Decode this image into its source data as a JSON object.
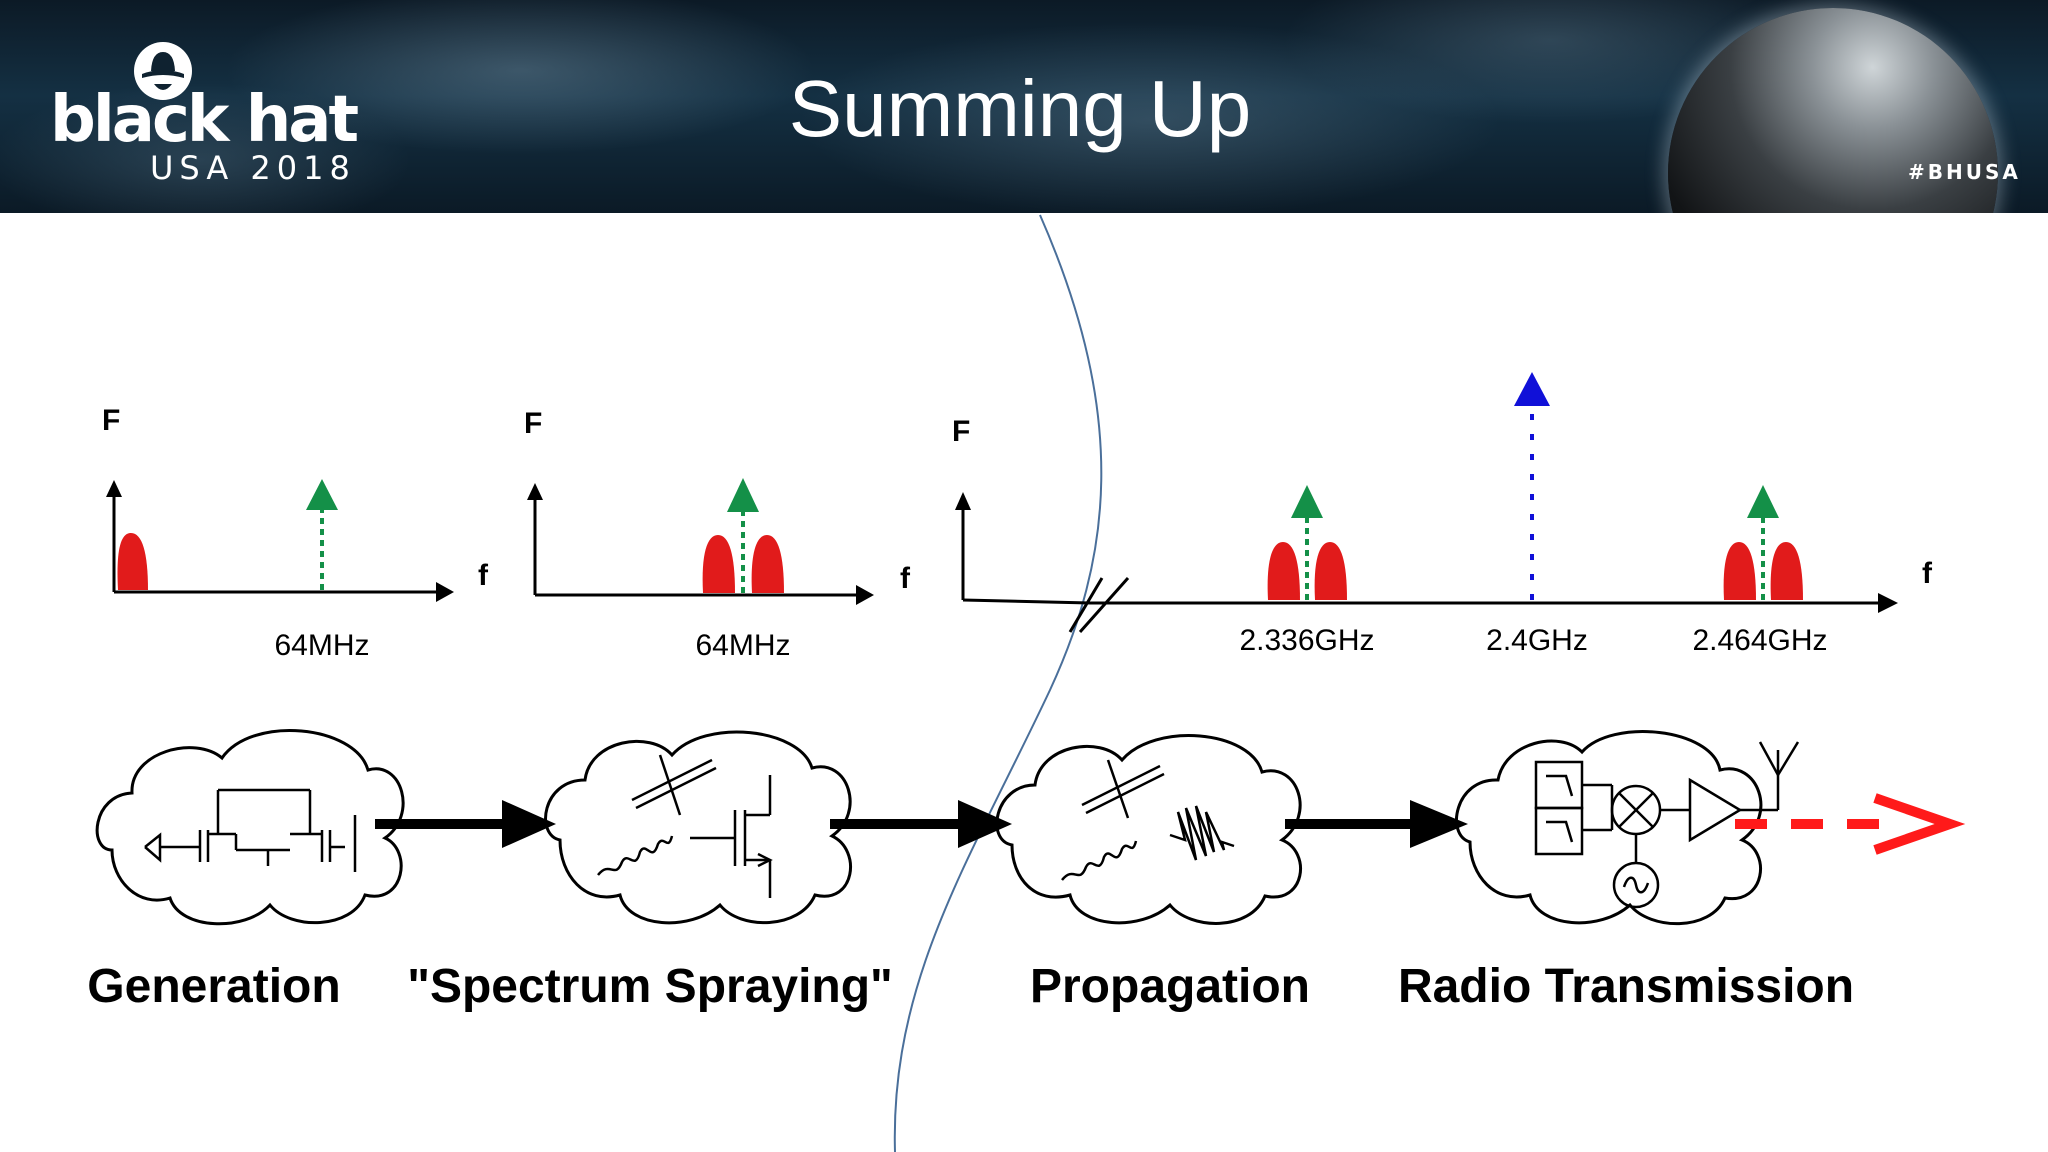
{
  "header": {
    "logo_brand": "black hat",
    "logo_year": "USA 2018",
    "title": "Summing Up",
    "hashtag": "#BHUSA"
  },
  "spectra": [
    {
      "amplitude_label": "F",
      "frequency_label": "f",
      "tick_label": "64MHz"
    },
    {
      "amplitude_label": "F",
      "frequency_label": "f",
      "tick_label": "64MHz"
    },
    {
      "amplitude_label": "F",
      "frequency_label": "f",
      "tick_labels": [
        "2.336GHz",
        "2.4GHz",
        "2.464GHz"
      ]
    }
  ],
  "stages": [
    {
      "label": "Generation"
    },
    {
      "label": "\"Spectrum Spraying\""
    },
    {
      "label": "Propagation"
    },
    {
      "label": "Radio Transmission"
    }
  ],
  "colors": {
    "peak": "#e11b1b",
    "tone": "#149048",
    "carrier": "#1010d8",
    "output_arrow": "#ff1a1a",
    "axis": "#000000",
    "boundary": "#4a6f9a"
  }
}
